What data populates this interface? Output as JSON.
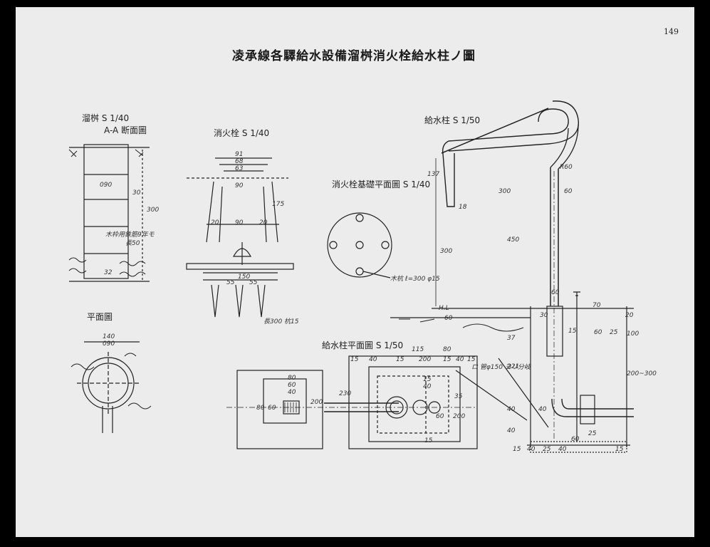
{
  "page_number": "149",
  "title": "凌承線各驛給水設備溜桝消火栓給水柱ノ圖",
  "views": {
    "tank_section": {
      "label": "溜桝 S 1/40",
      "sub": "A-A 断面圖",
      "dims": [
        "090",
        "30",
        "300",
        "32"
      ],
      "note1": "木枠用鉄筋9年モ",
      "note2": "長50"
    },
    "plan": {
      "label": "平面圖",
      "dims": [
        "140",
        "090"
      ]
    },
    "hydrant": {
      "label": "消火栓 S 1/40",
      "dims": [
        "91",
        "68",
        "63",
        "90",
        "20",
        "90",
        "20",
        "175",
        "150",
        "55",
        "55"
      ],
      "pile_note": "長300 杭15"
    },
    "hydrant_base": {
      "label": "消火栓基礎平面圖 S 1/40",
      "note": "木杭 ℓ=300 φ15"
    },
    "water_column": {
      "label": "給水柱 S 1/50",
      "dims": [
        "137",
        "18",
        "300",
        "60",
        "300",
        "450",
        "60",
        "70",
        "20",
        "30",
        "15",
        "60",
        "25",
        "100",
        "37",
        "221",
        "200~300",
        "40",
        "40",
        "40",
        "60",
        "25",
        "15",
        "40",
        "25",
        "40",
        "15",
        "R60"
      ],
      "hl": "H.L",
      "sixty": "60"
    },
    "water_column_plan": {
      "label": "給水柱平面圖 S 1/50",
      "dims": [
        "15",
        "40",
        "15",
        "200",
        "15",
        "40",
        "15",
        "230",
        "200",
        "80",
        "60",
        "40",
        "80",
        "60",
        "15",
        "40",
        "60",
        "200",
        "115",
        "80",
        "15",
        "35"
      ],
      "pipe_note": "ロ 管φ150 ヨリ分岐"
    }
  }
}
